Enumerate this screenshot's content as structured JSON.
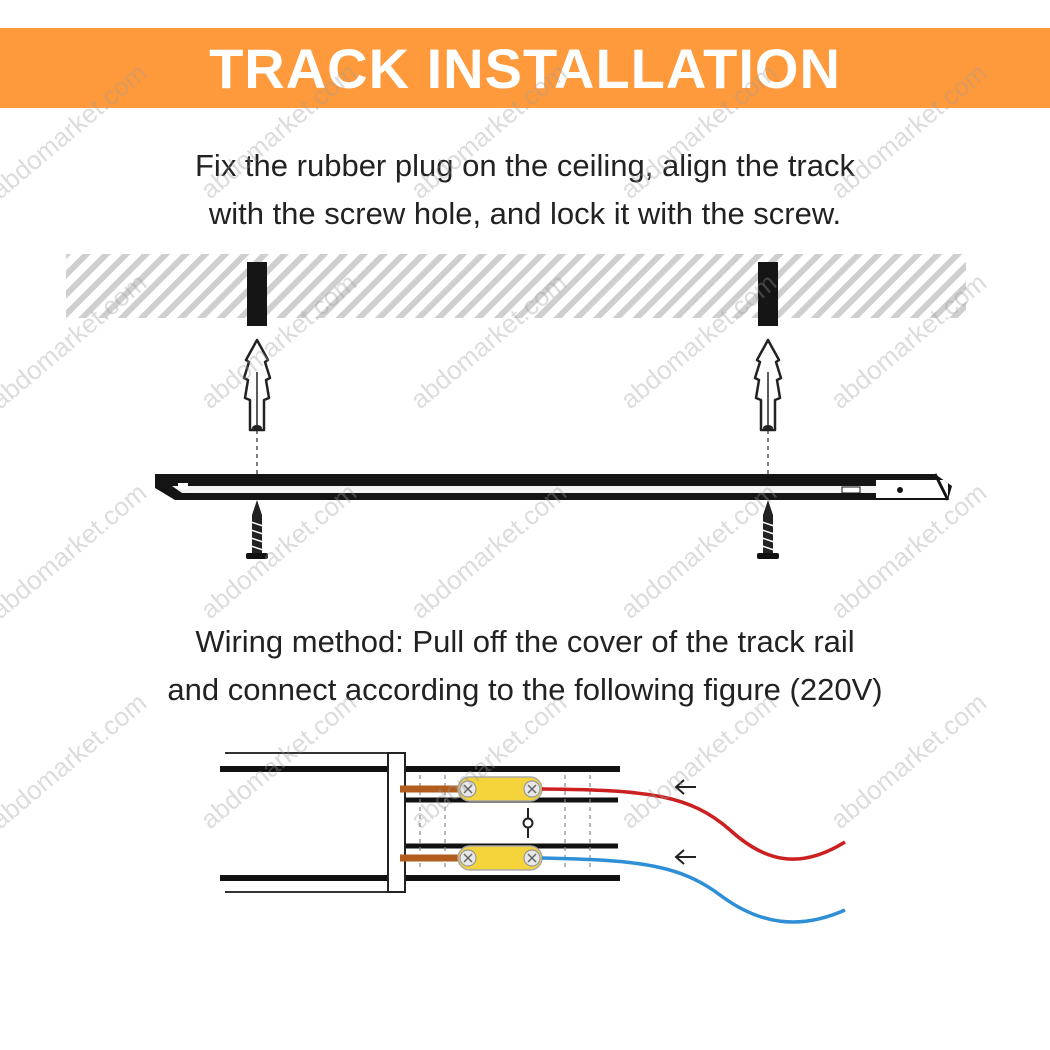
{
  "header": {
    "title": "TRACK INSTALLATION",
    "band_color": "#ff9a3c"
  },
  "step1": {
    "lines": [
      "Fix the rubber plug on the ceiling, align the track",
      "with the screw hole, and lock it with the screw."
    ]
  },
  "step2": {
    "lines": [
      "Wiring method: Pull off the cover of the track rail",
      "and connect according to the following figure (220V)"
    ]
  },
  "wiring": {
    "live_wire_color": "#cc1f1f",
    "neutral_wire_color": "#2e8fd6",
    "connector_color": "#f5d33a"
  },
  "watermark": {
    "text": "abdomarket.com"
  }
}
